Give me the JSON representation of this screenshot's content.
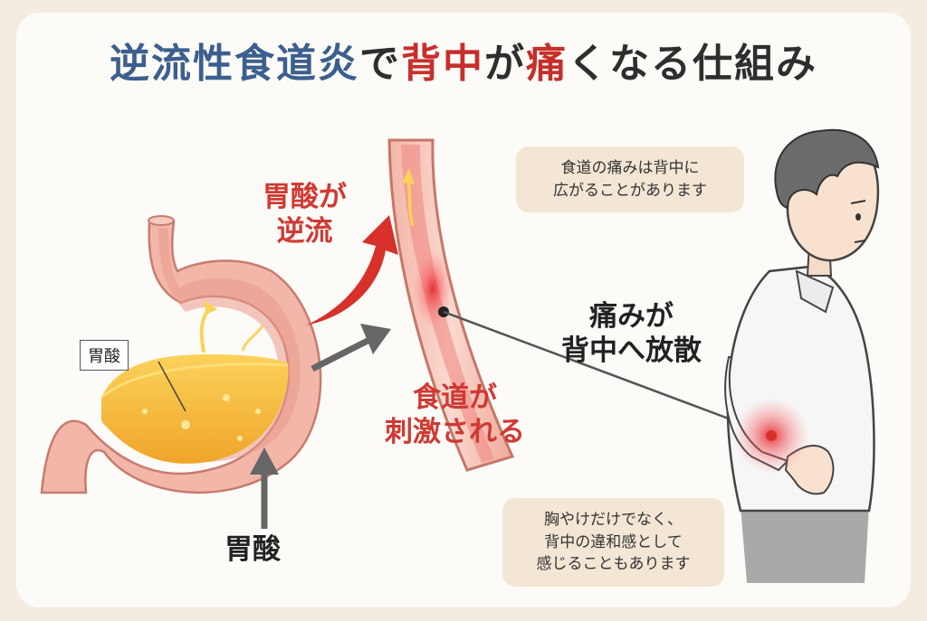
{
  "title": {
    "part1": "逆流性食道炎",
    "part2": "で",
    "part3": "背中",
    "part4": "が",
    "part5": "痛",
    "part6": "くなる仕組み"
  },
  "labels": {
    "acid_reflux_line1": "胃酸が",
    "acid_reflux_line2": "逆流",
    "stomach_acid_box": "胃酸",
    "stomach_acid_bottom": "胃酸",
    "esophagus_line1": "食道が",
    "esophagus_line2": "刺激される",
    "pain_line1": "痛みが",
    "pain_line2": "背中へ放散"
  },
  "bubbles": {
    "top_line1": "食道の痛みは背中に",
    "top_line2": "広がることがあります",
    "bottom_line1": "胸やけだけでなく、",
    "bottom_line2": "背中の違和感として",
    "bottom_line3": "感じることもあります"
  },
  "colors": {
    "blue": "#3b5f8e",
    "red": "#c62f2b",
    "bubble": "#f3e6d4",
    "acid": "#f7b93a"
  }
}
